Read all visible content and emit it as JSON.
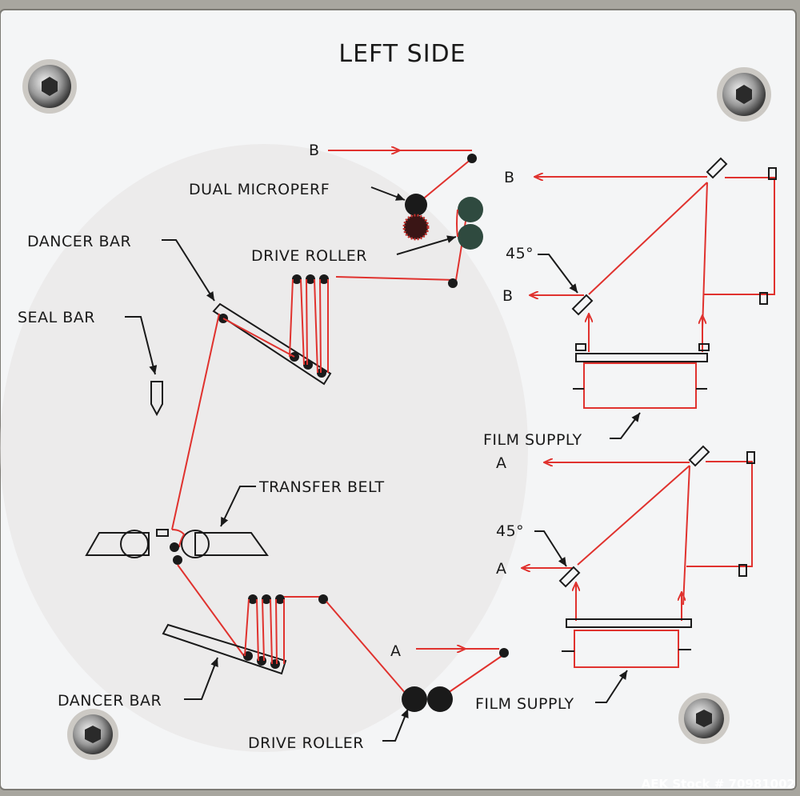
{
  "title": "LEFT SIDE",
  "labels": {
    "b_top": "B",
    "dual_microperf": "DUAL MICROPERF",
    "dancer_bar_top": "DANCER BAR",
    "drive_roller_top": "DRIVE ROLLER",
    "seal_bar": "SEAL BAR",
    "transfer_belt": "TRANSFER BELT",
    "dancer_bar_bottom": "DANCER BAR",
    "a_bottom": "A",
    "drive_roller_bottom": "DRIVE ROLLER",
    "b_right_top": "B",
    "angle_top": "45°",
    "b_right_mid": "B",
    "film_supply_top": "FILM SUPPLY",
    "a_right_top": "A",
    "angle_bottom": "45°",
    "a_right_mid": "A",
    "film_supply_bottom": "FILM SUPPLY"
  },
  "watermark": "AEK Stock # 70981002",
  "colors": {
    "film_path": "#e0322e",
    "lines": "#1a1a1a",
    "panel": "#f4f5f6",
    "frame": "#a8a69f"
  }
}
